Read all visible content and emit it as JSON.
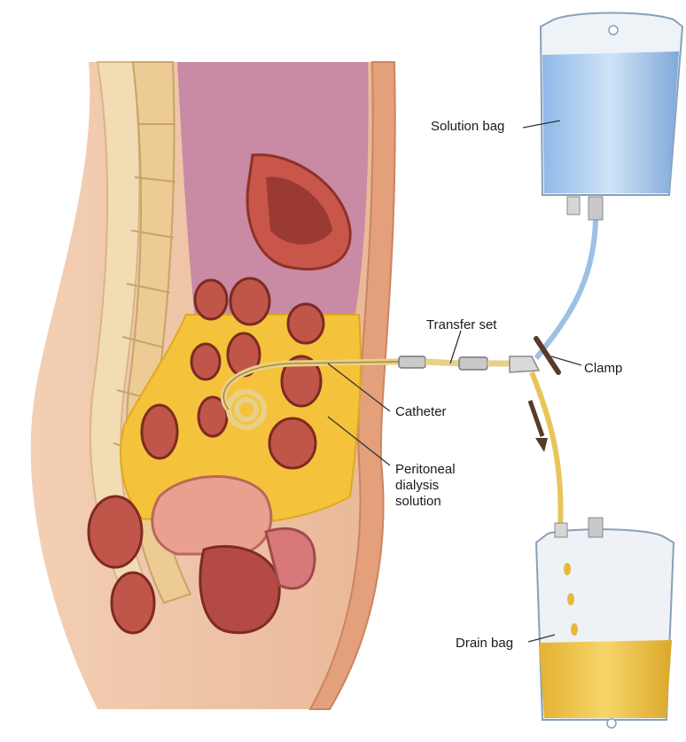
{
  "labels": {
    "solution_bag": "Solution bag",
    "transfer_set": "Transfer set",
    "clamp": "Clamp",
    "catheter": "Catheter",
    "peritoneal_line1": "Peritoneal",
    "peritoneal_line2": "dialysis",
    "peritoneal_line3": "solution",
    "drain_bag": "Drain bag"
  },
  "colors": {
    "solution_fluid": "#9ec6ee",
    "dialysis_fluid": "#f5c23c",
    "skin": "#efc4a6",
    "bowel": "#b94a3e",
    "tube_blue": "#9cc0e6",
    "tube_yellow": "#e8c55a",
    "clamp": "#5a3a2a"
  }
}
